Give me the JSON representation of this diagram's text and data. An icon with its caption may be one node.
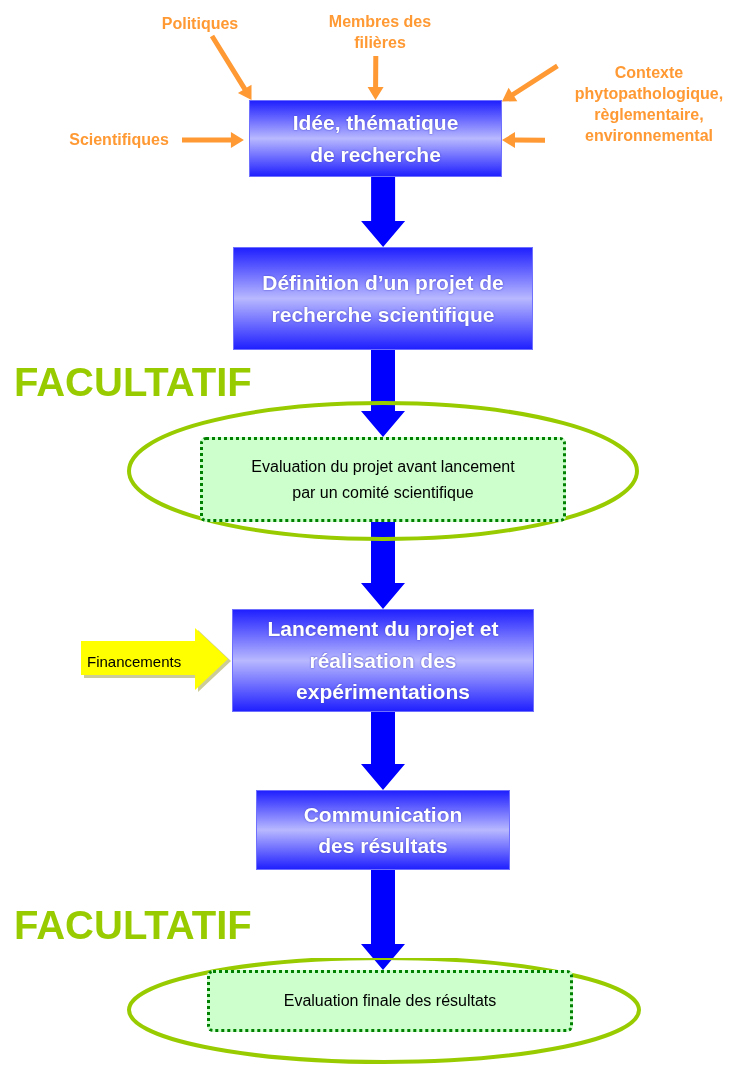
{
  "diagram": {
    "nodes": [
      {
        "text": [
          "Politiques"
        ]
      },
      {
        "text": [
          "Membres des filières"
        ]
      },
      {
        "text": [
          "Contexte phytopathologique, règlementaire, environnemental"
        ]
      },
      {
        "text": [
          "Scientifiques"
        ]
      },
      {
        "text": [
          "Idée, thématique de recherche"
        ]
      },
      {
        "text": [
          "Définition d’un projet de recherche scientifique"
        ]
      },
      {
        "text": [],
        "shape": "ellipse"
      },
      {
        "text": [
          "Evaluation du projet avant lancement par un comité scientifique"
        ],
        "in": 6
      },
      {
        "text": [
          "Financements"
        ]
      },
      {
        "text": [
          "Lancement du projet et réalisation des expérimentations"
        ]
      },
      {
        "text": [
          "Communication des résultats"
        ]
      },
      {
        "text": [],
        "shape": "ellipse"
      },
      {
        "text": [
          "Evaluation finale des résultats"
        ],
        "in": 11
      }
    ],
    "edges": [
      {
        "from": 0,
        "to": 4,
        "arrow": "to",
        "color": "#ff9933"
      },
      {
        "from": 1,
        "to": 4,
        "arrow": "to",
        "color": "#ff9933"
      },
      {
        "from": 2,
        "to": 4,
        "arrow": "to",
        "color": "#ff9933"
      },
      {
        "from": 3,
        "to": 4,
        "arrow": "to",
        "color": "#ff9933"
      },
      {
        "from": 2,
        "to": 4,
        "arrow": "to",
        "color": "#ff9933"
      },
      {
        "from": 4,
        "to": 5,
        "arrow": "to",
        "style": "thick",
        "color": "#0000ff"
      },
      {
        "from": 5,
        "to": 7,
        "arrow": "to",
        "style": "thick",
        "color": "#0000ff"
      },
      {
        "from": 7,
        "to": 9,
        "arrow": "to",
        "style": "thick",
        "color": "#0000ff"
      },
      {
        "from": 9,
        "to": 10,
        "arrow": "to",
        "style": "thick",
        "color": "#0000ff"
      },
      {
        "from": 10,
        "to": 12,
        "arrow": "to",
        "style": "thick",
        "color": "#0000ff"
      }
    ],
    "labels": [
      "FACULTATIF",
      "FACULTATIF"
    ]
  }
}
